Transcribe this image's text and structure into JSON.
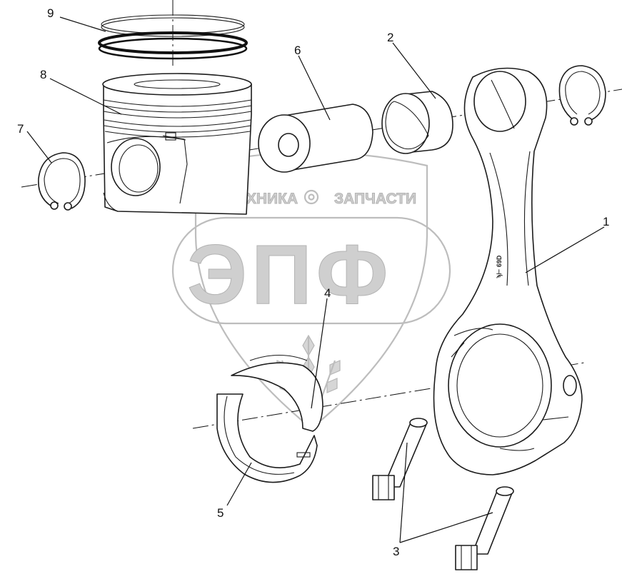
{
  "callouts": {
    "c1": "1",
    "c2": "2",
    "c3": "3",
    "c4": "4",
    "c5": "5",
    "c6": "6",
    "c7": "7",
    "c8": "8",
    "c9": "9"
  },
  "watermark": {
    "top_text_left": "ТЕХНИКА",
    "top_text_right": "ЗАПЧАСТИ",
    "logo_text": "ЭПФ"
  },
  "rod_stamp": "ϡ⊢ 69D",
  "colors": {
    "line": "#1c1c1c",
    "watermark": "#bdbdbd",
    "background": "#ffffff"
  }
}
